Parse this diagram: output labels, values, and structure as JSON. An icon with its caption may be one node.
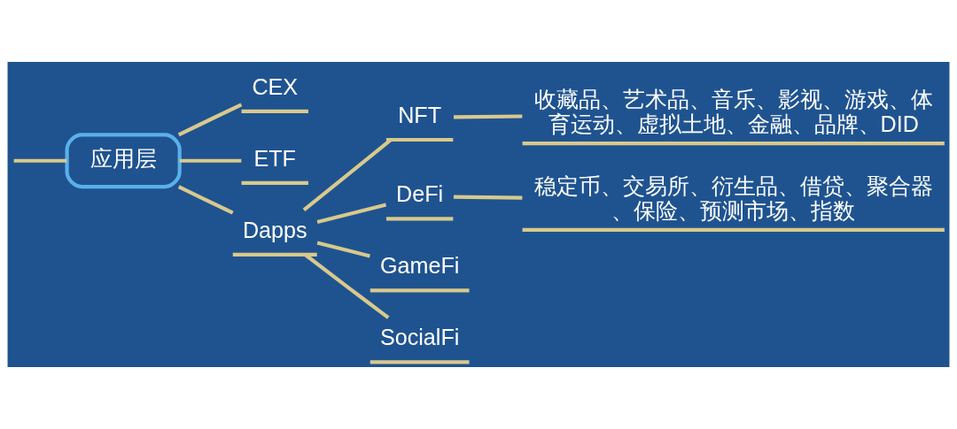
{
  "diagram": {
    "nodes": [
      {
        "text": [
          "应用层"
        ]
      },
      {
        "text": [
          "CEX"
        ]
      },
      {
        "text": [
          "ETF"
        ]
      },
      {
        "text": [
          "Dapps"
        ]
      },
      {
        "text": [
          "NFT"
        ]
      },
      {
        "text": [
          "DeFi"
        ]
      },
      {
        "text": [
          "GameFi"
        ]
      },
      {
        "text": [
          "SocialFi"
        ]
      },
      {
        "text": [
          "收藏品、艺术品、音乐、影视、游戏、体育运动、虚拟土地、金融、品牌、DID"
        ]
      },
      {
        "text": [
          "稳定币、交易所、衍生品、借贷、聚合器、保险、预测市场、指数"
        ]
      }
    ],
    "edges": [
      {
        "from": null,
        "to": 0,
        "arrow": "none"
      },
      {
        "from": 0,
        "to": 1,
        "arrow": "none"
      },
      {
        "from": 0,
        "to": 2,
        "arrow": "none"
      },
      {
        "from": 0,
        "to": 3,
        "arrow": "none"
      },
      {
        "from": 3,
        "to": 4,
        "arrow": "none"
      },
      {
        "from": 3,
        "to": 5,
        "arrow": "none"
      },
      {
        "from": 3,
        "to": 6,
        "arrow": "none"
      },
      {
        "from": 3,
        "to": 7,
        "arrow": "none"
      },
      {
        "from": 4,
        "to": 8,
        "arrow": "none"
      },
      {
        "from": 5,
        "to": 9,
        "arrow": "none"
      }
    ]
  }
}
